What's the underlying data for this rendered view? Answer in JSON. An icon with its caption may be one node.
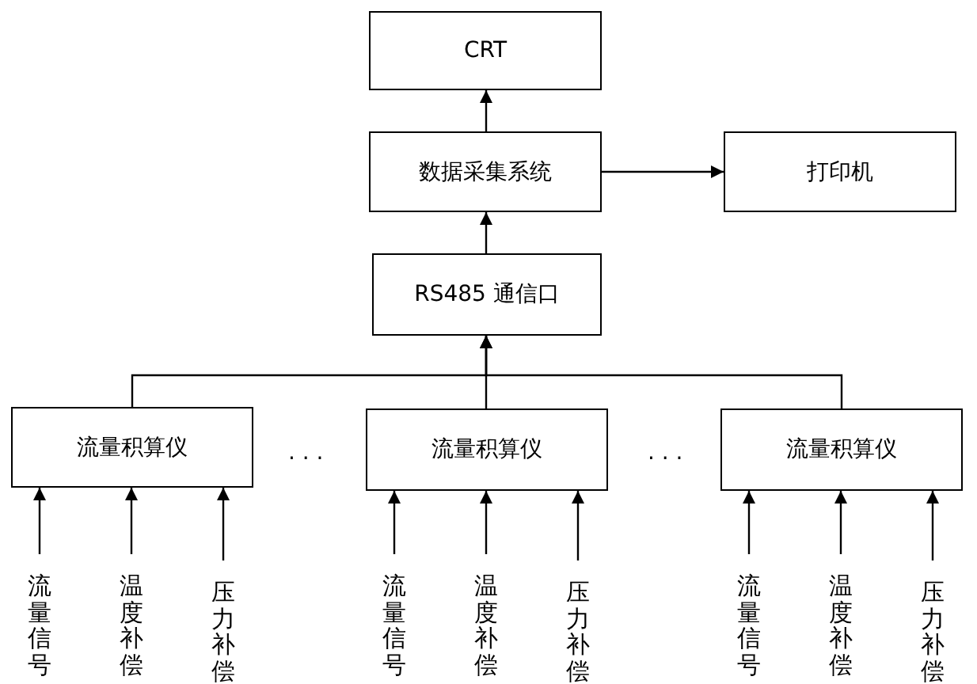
{
  "diagram": {
    "nodes": [
      {
        "text": [
          "CRT"
        ]
      },
      {
        "text": [
          "数据采集系统"
        ]
      },
      {
        "text": [
          "打印机"
        ]
      },
      {
        "text": [
          "RS485 通信口"
        ]
      },
      {
        "text": [
          "流量积算仪"
        ]
      },
      {
        "text": [
          "流量积算仪"
        ]
      },
      {
        "text": [
          "流量积算仪"
        ]
      },
      {
        "text": [
          "流量信号"
        ]
      },
      {
        "text": [
          "温度补偿"
        ]
      },
      {
        "text": [
          "压力补偿"
        ]
      },
      {
        "text": [
          "流量信号"
        ]
      },
      {
        "text": [
          "温度补偿"
        ]
      },
      {
        "text": [
          "压力补偿"
        ]
      },
      {
        "text": [
          "流量信号"
        ]
      },
      {
        "text": [
          "温度补偿"
        ]
      },
      {
        "text": [
          "压力补偿"
        ]
      }
    ],
    "edges": [
      {
        "from": 1,
        "to": 0,
        "arrow": "to"
      },
      {
        "from": 1,
        "to": 2,
        "arrow": "to"
      },
      {
        "from": 3,
        "to": 1,
        "arrow": "to"
      },
      {
        "from": 4,
        "to": 3,
        "arrow": "to"
      },
      {
        "from": 5,
        "to": 3,
        "arrow": "to"
      },
      {
        "from": 6,
        "to": 3,
        "arrow": "to"
      },
      {
        "from": 7,
        "to": 4,
        "arrow": "to"
      },
      {
        "from": 8,
        "to": 4,
        "arrow": "to"
      },
      {
        "from": 9,
        "to": 4,
        "arrow": "to"
      },
      {
        "from": 10,
        "to": 5,
        "arrow": "to"
      },
      {
        "from": 11,
        "to": 5,
        "arrow": "to"
      },
      {
        "from": 12,
        "to": 5,
        "arrow": "to"
      },
      {
        "from": 13,
        "to": 6,
        "arrow": "to"
      },
      {
        "from": 14,
        "to": 6,
        "arrow": "to"
      },
      {
        "from": 15,
        "to": 6,
        "arrow": "to"
      }
    ],
    "labels": [
      "· · ·",
      "· · ·"
    ]
  }
}
